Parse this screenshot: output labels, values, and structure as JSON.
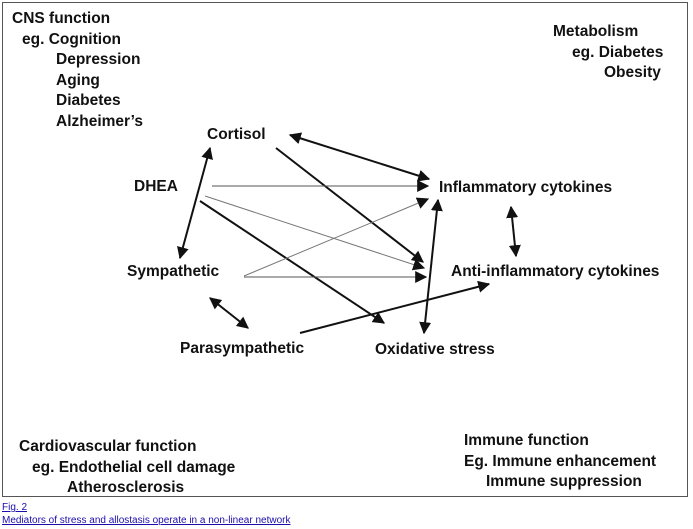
{
  "corners": {
    "cns": {
      "title": "CNS function",
      "lines": [
        "eg.  Cognition",
        "Depression",
        "Aging",
        "Diabetes",
        "Alzheimer’s"
      ]
    },
    "metabolism": {
      "title": "Metabolism",
      "lines": [
        "eg.  Diabetes",
        "Obesity"
      ]
    },
    "cardio": {
      "title": "Cardiovascular function",
      "lines": [
        "eg.  Endothelial cell damage",
        "Atherosclerosis"
      ]
    },
    "immune": {
      "title": "Immune function",
      "lines": [
        "Eg. Immune enhancement",
        "Immune suppression"
      ]
    }
  },
  "nodes": {
    "cortisol": "Cortisol",
    "dhea": "DHEA",
    "sympathetic": "Sympathetic",
    "parasympathetic": "Parasympathetic",
    "inflammatory": "Inflammatory cytokines",
    "anti_inflammatory": "Anti-inflammatory cytokines",
    "oxidative": "Oxidative stress"
  },
  "caption": {
    "fig_label": "Fig. 2",
    "text": "Mediators of stress and allostasis operate in a non-linear network"
  },
  "colors": {
    "link": "#1a0dab",
    "text": "#111111",
    "border": "#555555"
  }
}
